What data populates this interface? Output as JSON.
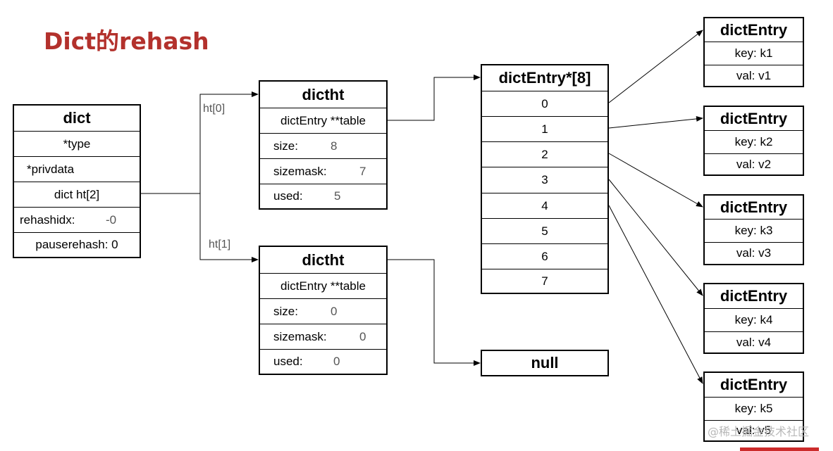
{
  "title": "Dict的rehash",
  "dict": {
    "header": "dict",
    "type": "*type",
    "privdata": "*privdata",
    "ht": "dict ht[2]",
    "rehashidx_label": "rehashidx:",
    "rehashidx_value": "-0",
    "pauserehash": "pauserehash: 0"
  },
  "edge_labels": {
    "ht0": "ht[0]",
    "ht1": "ht[1]"
  },
  "dictht0": {
    "header": "dictht",
    "table": "dictEntry **table",
    "size_label": "size:",
    "size_value": "8",
    "sizemask_label": "sizemask:",
    "sizemask_value": "7",
    "used_label": "used:",
    "used_value": "5"
  },
  "dictht1": {
    "header": "dictht",
    "table": "dictEntry **table",
    "size_label": "size:",
    "size_value": "0",
    "sizemask_label": "sizemask:",
    "sizemask_value": "0",
    "used_label": "used:",
    "used_value": "0"
  },
  "array": {
    "header": "dictEntry*[8]",
    "slots": [
      "0",
      "1",
      "2",
      "3",
      "4",
      "5",
      "6",
      "7"
    ]
  },
  "null_box": "null",
  "entries": [
    {
      "header": "dictEntry",
      "key": "key: k1",
      "val": "val: v1"
    },
    {
      "header": "dictEntry",
      "key": "key: k2",
      "val": "val: v2"
    },
    {
      "header": "dictEntry",
      "key": "key: k3",
      "val": "val: v3"
    },
    {
      "header": "dictEntry",
      "key": "key: k4",
      "val": "val: v4"
    },
    {
      "header": "dictEntry",
      "key": "key: k5",
      "val": "val: v5"
    }
  ],
  "watermark": "@稀土掘金技术社区"
}
